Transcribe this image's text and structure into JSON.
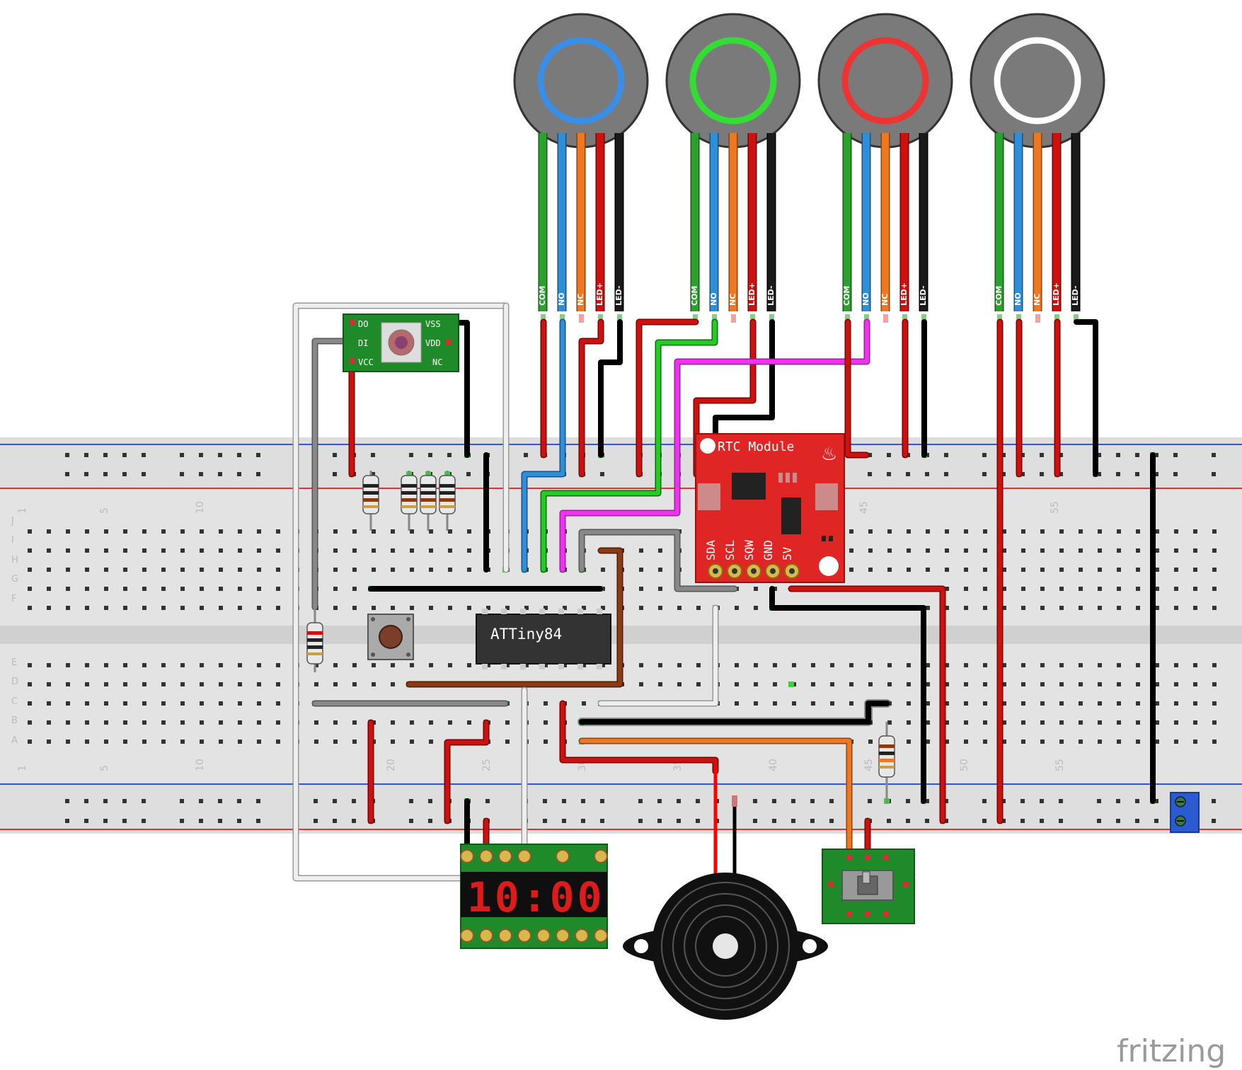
{
  "buttons": [
    {
      "ring_color": "#3a8ee6",
      "pins": [
        "COM",
        "NO",
        "NC",
        "LED+",
        "LED-"
      ]
    },
    {
      "ring_color": "#33dd33",
      "pins": [
        "COM",
        "NO",
        "NC",
        "LED+",
        "LED-"
      ]
    },
    {
      "ring_color": "#ee3333",
      "pins": [
        "COM",
        "NO",
        "NC",
        "LED+",
        "LED-"
      ]
    },
    {
      "ring_color": "#ffffff",
      "pins": [
        "COM",
        "NO",
        "NC",
        "LED+",
        "LED-"
      ]
    }
  ],
  "wire_colors": {
    "green": "#2ca02c",
    "blue": "#2e8fd6",
    "orange": "#ee7722",
    "red": "#cc1111",
    "black": "#1a1a1a",
    "magenta": "#ee33ee",
    "gray": "#888888",
    "white": "#eeeeee",
    "brown": "#8b3a12"
  },
  "rgb_led": {
    "pins_left": [
      "DO",
      "DI",
      "VCC"
    ],
    "pins_right": [
      "VSS",
      "VDD",
      "NC"
    ]
  },
  "rtc": {
    "title": "RTC Module",
    "pins": [
      "SDA",
      "SCL",
      "SQW",
      "GND",
      "5V"
    ]
  },
  "mcu": {
    "label": "ATTiny84"
  },
  "breadboard": {
    "row_letters_top": [
      "J",
      "I",
      "H",
      "G",
      "F"
    ],
    "row_letters_bottom": [
      "E",
      "D",
      "C",
      "B",
      "A"
    ],
    "column_numbers": [
      "1",
      "5",
      "10",
      "20",
      "25",
      "30",
      "35",
      "40",
      "45",
      "50",
      "55"
    ]
  },
  "display": {
    "digits": "10:00"
  },
  "watermark": "fritzing"
}
